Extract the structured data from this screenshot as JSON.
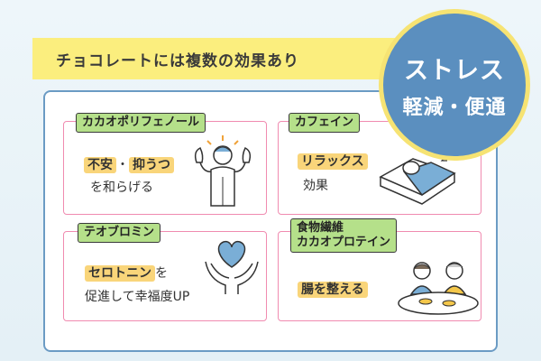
{
  "title": "チョコレートには複数の効果あり",
  "badge": {
    "line1": "ストレス",
    "line2": "軽減・便通"
  },
  "cards": [
    {
      "label": "カカオポリフェノール",
      "highlight1": "不安",
      "sep": "・",
      "highlight2": "抑うつ",
      "text2": "を和らげる"
    },
    {
      "label": "カフェイン",
      "highlight": "リラックス",
      "text2": "効果"
    },
    {
      "label": "テオブロミン",
      "highlight": "セロトニン",
      "text1": "を",
      "text2": "促進して幸福度UP"
    },
    {
      "label_line1": "食物繊維",
      "label_line2": "カカオプロテイン",
      "highlight": "腸を整える"
    }
  ],
  "colors": {
    "banner": "#fbee7e",
    "panel_border": "#6b9bc4",
    "badge_fill": "#5b8fbf",
    "badge_ring": "#f6e373",
    "card_border": "#f08bb0",
    "label_fill": "#b5e08a",
    "highlight": "#f9d57a"
  },
  "icons": [
    "strong-man-icon",
    "sleeping-person-icon",
    "heart-hands-icon",
    "family-meal-icon"
  ]
}
